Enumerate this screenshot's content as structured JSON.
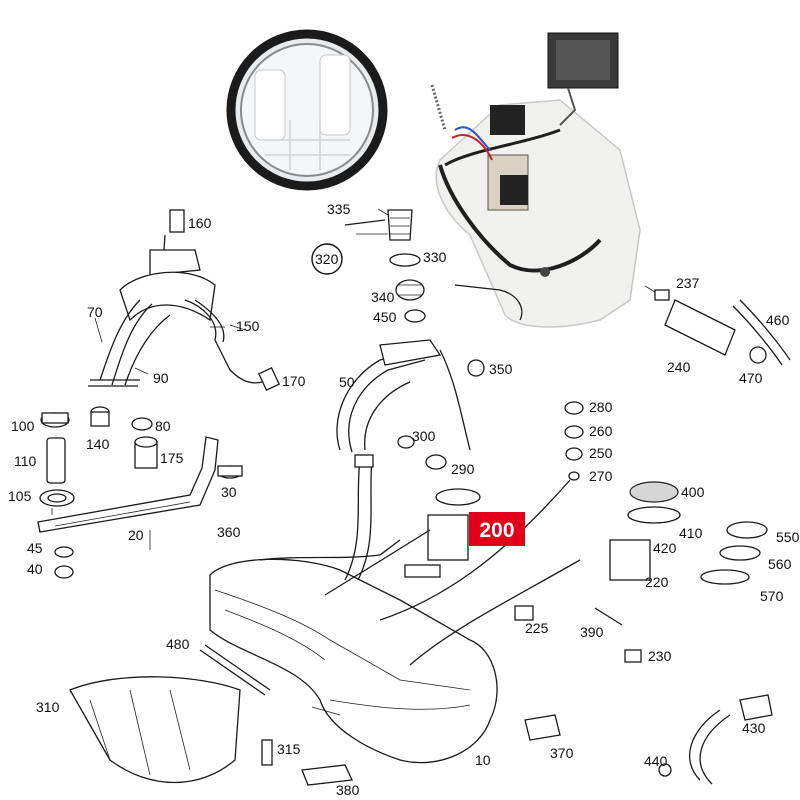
{
  "callouts": {
    "p10": "10",
    "p20": "20",
    "p30": "30",
    "p40": "40",
    "p45": "45",
    "p50": "50",
    "p70": "70",
    "p80": "80",
    "p90": "90",
    "p100": "100",
    "p105": "105",
    "p110": "110",
    "p140": "140",
    "p150": "150",
    "p160": "160",
    "p170": "170",
    "p175": "175",
    "p200": "200",
    "p220": "220",
    "p225": "225",
    "p230": "230",
    "p237": "237",
    "p240": "240",
    "p250": "250",
    "p260": "260",
    "p270": "270",
    "p280": "280",
    "p290": "290",
    "p300": "300",
    "p310": "310",
    "p315": "315",
    "p320": "320",
    "p330": "330",
    "p335": "335",
    "p340": "340",
    "p350": "350",
    "p360": "360",
    "p370": "370",
    "p380": "380",
    "p390": "390",
    "p400": "400",
    "p410": "410",
    "p420": "420",
    "p430": "430",
    "p440": "440",
    "p450": "450",
    "p460": "460",
    "p470": "470",
    "p480": "480",
    "p550": "550",
    "p560": "560",
    "p570": "570"
  },
  "colors": {
    "highlight": "#e3001b",
    "line": "#1a1a1a",
    "photo_body": "#f2f2f2"
  }
}
